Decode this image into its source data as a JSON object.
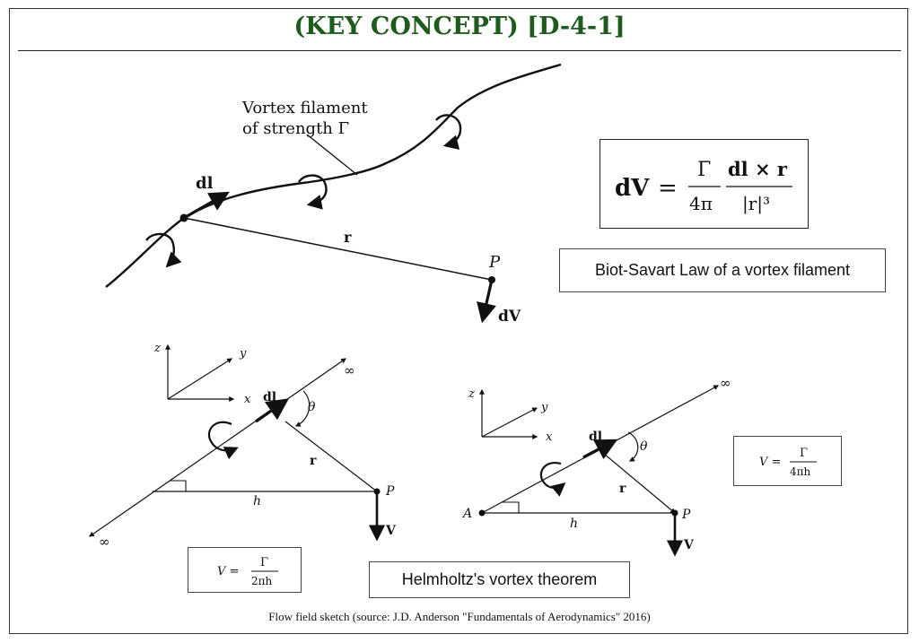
{
  "header": {
    "title": "(KEY CONCEPT) [D-4-1]"
  },
  "top_diagram": {
    "filament_label_line1": "Vortex filament",
    "filament_label_line2": "of strength Γ",
    "dl_label": "dl",
    "r_label": "r",
    "point_label": "P",
    "dv_label": "dV"
  },
  "biot_savart": {
    "lhs": "dV",
    "equals": "=",
    "gamma": "Γ",
    "denom": "4π",
    "cross_numer": "dl × r",
    "cross_denom": "|r|³",
    "caption": "Biot-Savart Law of a vortex filament"
  },
  "infinite_diagram": {
    "z": "z",
    "y": "y",
    "x": "x",
    "dl": "dl",
    "theta": "θ",
    "r": "r",
    "h": "h",
    "P": "P",
    "V": "V",
    "inf_top": "∞",
    "inf_bottom": "∞",
    "formula_lhs": "V =",
    "formula_num": "Γ",
    "formula_den": "2πh"
  },
  "semi_infinite_diagram": {
    "z": "z",
    "y": "y",
    "x": "x",
    "dl": "dl",
    "theta": "θ",
    "r": "r",
    "h": "h",
    "P": "P",
    "V": "V",
    "A": "A",
    "inf_top": "∞",
    "formula_lhs": "V =",
    "formula_num": "Γ",
    "formula_den": "4πh"
  },
  "helmholtz": {
    "caption": "Helmholtz's vortex theorem"
  },
  "footer": {
    "source": "Flow field sketch (source: J.D. Anderson \"Fundamentals of Aerodynamics\" 2016)"
  }
}
